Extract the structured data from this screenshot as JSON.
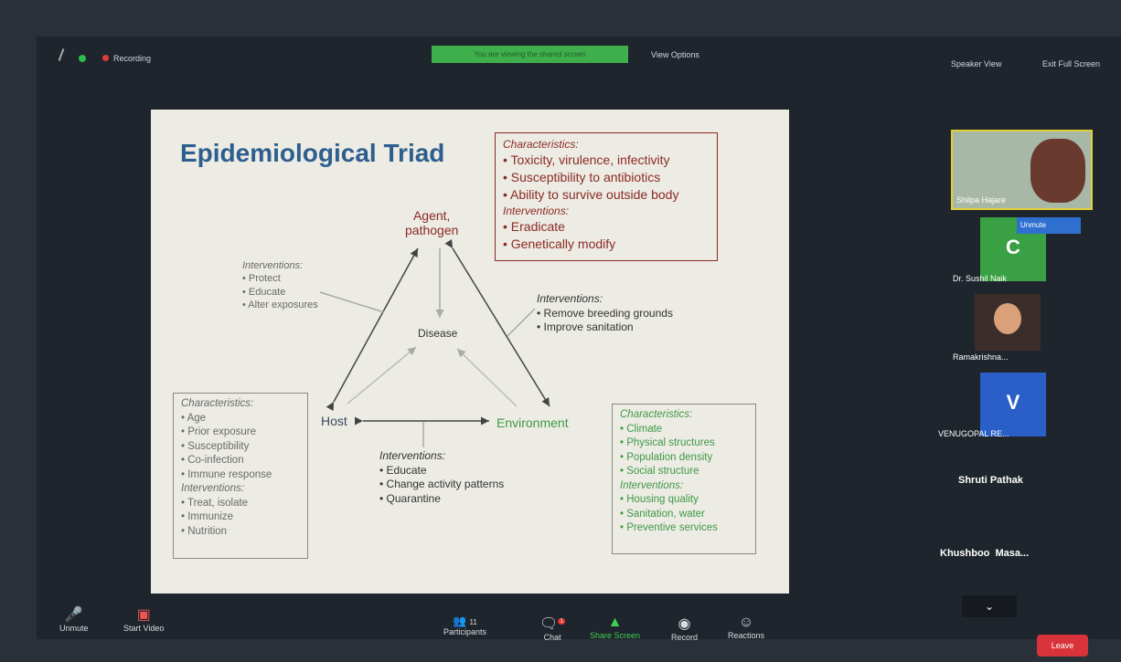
{
  "topbar": {
    "recording": "Recording",
    "banner": "You are viewing the shared screen",
    "view_options": "View Options",
    "speaker_view": "Speaker View",
    "exit_full_screen": "Exit Full Screen"
  },
  "slide": {
    "title": "Epidemiological Triad",
    "agent": "Agent,\npathogen",
    "disease": "Disease",
    "host": "Host",
    "environment": "Environment",
    "agent_box": {
      "char_label": "Characteristics:",
      "chars": [
        "Toxicity, virulence, infectivity",
        "Susceptibility to antibiotics",
        "Ability to survive outside body"
      ],
      "int_label": "Interventions:",
      "ints": [
        "Eradicate",
        "Genetically modify"
      ]
    },
    "host_int": {
      "label": "Interventions:",
      "items": [
        "Protect",
        "Educate",
        "Alter exposures"
      ]
    },
    "env_int": {
      "label": "Interventions:",
      "items": [
        "Remove breeding grounds",
        "Improve sanitation"
      ]
    },
    "vector_int": {
      "label": "Interventions:",
      "items": [
        "Educate",
        "Change activity patterns",
        "Quarantine"
      ]
    },
    "host_box": {
      "char_label": "Characteristics:",
      "chars": [
        "Age",
        "Prior exposure",
        "Susceptibility",
        "Co-infection",
        "Immune response"
      ],
      "int_label": "Interventions:",
      "ints": [
        "Treat, isolate",
        "Immunize",
        "Nutrition"
      ]
    },
    "env_box": {
      "char_label": "Characteristics:",
      "chars": [
        "Climate",
        "Physical structures",
        "Population density",
        "Social structure"
      ],
      "int_label": "Interventions:",
      "ints": [
        "Housing quality",
        "Sanitation, water",
        "Preventive services"
      ]
    }
  },
  "participants_panel": {
    "p1": "Shilpa Hajare",
    "unmute": "Unmute",
    "p2_initial": "C",
    "p2": "Dr. Sushil Naik",
    "p3": "Ramakrishna...",
    "p4_initial": "V",
    "p4": "VENUGOPAL RE...",
    "p5": "Shruti Pathak",
    "p6": "Khushboo  Masa..."
  },
  "toolbar": {
    "unmute": "Unmute",
    "start_video": "Start Video",
    "participants": "Participants",
    "participant_count": "11",
    "chat": "Chat",
    "chat_badge": "1",
    "share_screen": "Share Screen",
    "record": "Record",
    "reactions": "Reactions",
    "leave": "Leave"
  }
}
